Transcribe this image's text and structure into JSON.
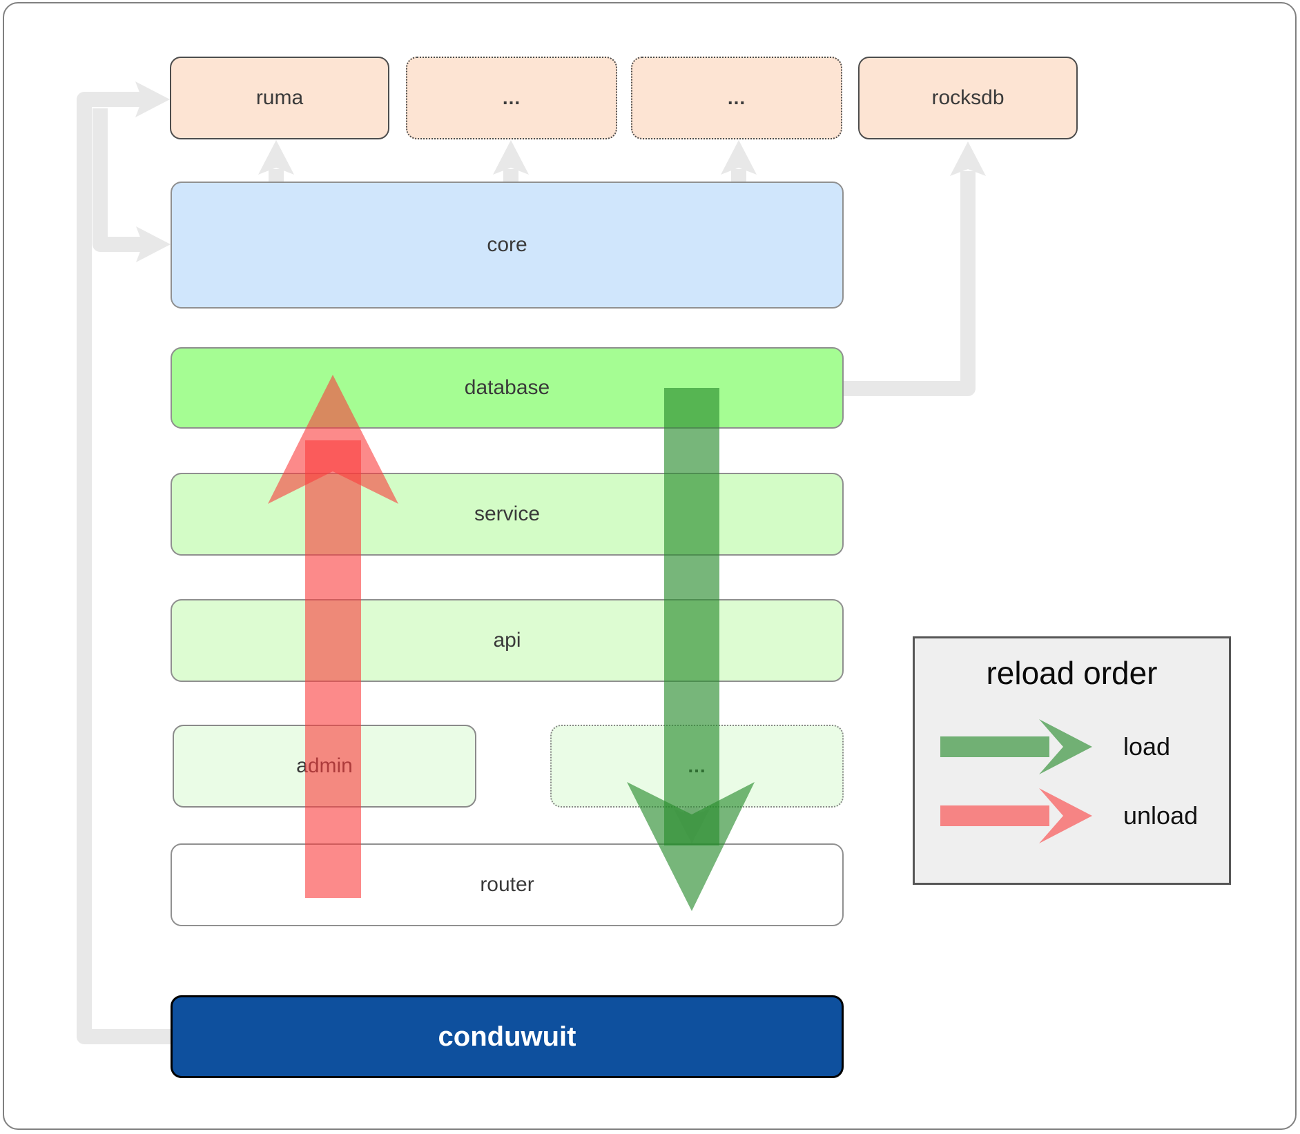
{
  "diagram": {
    "nodes": {
      "ruma": {
        "label": "ruma"
      },
      "ellipsis_top_1": {
        "label": "..."
      },
      "ellipsis_top_2": {
        "label": "..."
      },
      "rocksdb": {
        "label": "rocksdb"
      },
      "core": {
        "label": "core"
      },
      "database": {
        "label": "database"
      },
      "service": {
        "label": "service"
      },
      "api": {
        "label": "api"
      },
      "admin": {
        "label": "admin"
      },
      "ellipsis_admin": {
        "label": "..."
      },
      "router": {
        "label": "router"
      },
      "conduwuit": {
        "label": "conduwuit"
      }
    },
    "legend": {
      "title": "reload order",
      "items": [
        {
          "label": "load"
        },
        {
          "label": "unload"
        }
      ]
    },
    "colors": {
      "peach": "#fde4d3",
      "core_blue": "#d0e6fc",
      "database_green": "#a5fd93",
      "service_green": "#d3fcc6",
      "api_green": "#ddfcd2",
      "admin_green": "#eafce6",
      "conduwuit_blue": "#0e509e",
      "connector_gray": "#e8e8e8",
      "legend_bg": "#efefef",
      "load_green": "rgba(40,140,45,0.63)",
      "unload_red": "rgba(250,60,60,0.60)"
    }
  }
}
